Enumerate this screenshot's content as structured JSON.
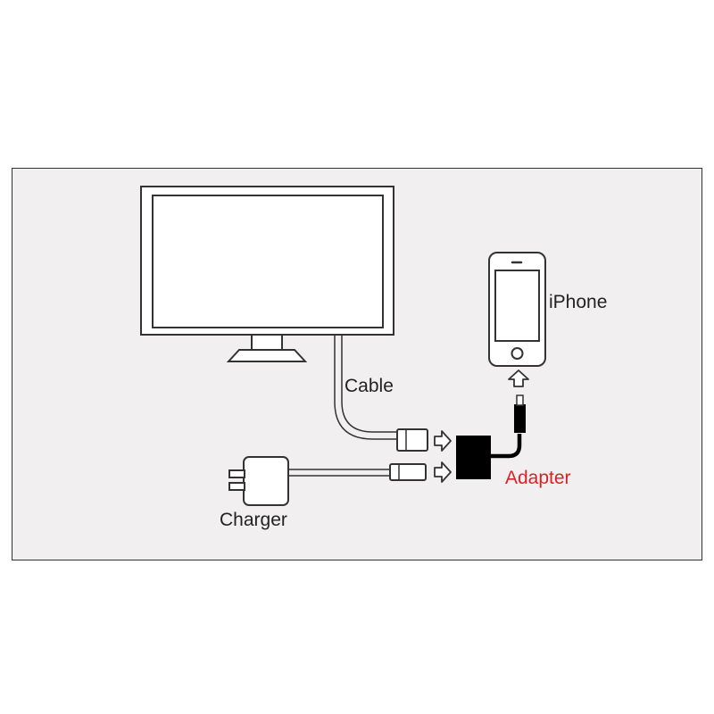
{
  "labels": {
    "cable": "Cable",
    "iphone": "iPhone",
    "adapter": "Adapter",
    "charger": "Charger"
  },
  "colors": {
    "panel_background": "#f2eff0",
    "line": "#333333",
    "adapter_fill": "#000000",
    "adapter_label": "#dd1f26",
    "label_text": "#222222"
  },
  "icons": {
    "monitor": "monitor-icon",
    "iphone": "iphone-icon",
    "adapter": "adapter-icon",
    "charger": "charger-icon",
    "arrow": "outline-arrow-icon",
    "connector": "usb-connector-icon"
  }
}
